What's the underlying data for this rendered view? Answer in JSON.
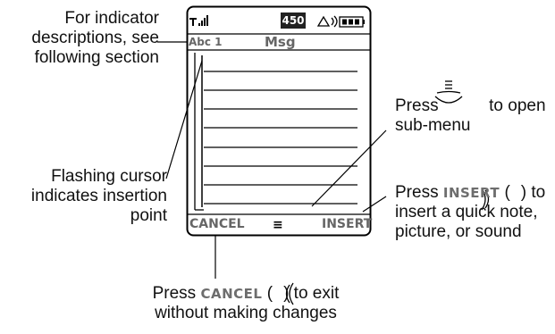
{
  "screen": {
    "status": {
      "battery_reading": "450"
    },
    "mode_indicator": "Abc 1",
    "title": "Msg",
    "soft_left": "CANCEL",
    "soft_right": "INSERT",
    "menu_glyph": "≡"
  },
  "callouts": {
    "indicator": [
      "For indicator",
      "descriptions, see",
      "following section"
    ],
    "cursor": [
      "Flashing cursor",
      "indicates insertion",
      "point"
    ],
    "submenu": {
      "line1_a": "Press",
      "line1_b": "to open",
      "line2": "sub-menu"
    },
    "insert": {
      "l1_a": "Press",
      "l1_key": "INSERT",
      "l1_b": ") to",
      "l2": "insert a quick note,",
      "l3": "picture, or sound"
    },
    "cancel": {
      "l1_a": "Press",
      "l1_key": "CANCEL",
      "l1_b": ") to exit",
      "l2": "without making changes"
    }
  },
  "icons": [
    "signal-strength-icon",
    "alert-icon",
    "battery-icon",
    "menu-key-icon",
    "left-soft-key-icon",
    "right-soft-key-icon"
  ]
}
